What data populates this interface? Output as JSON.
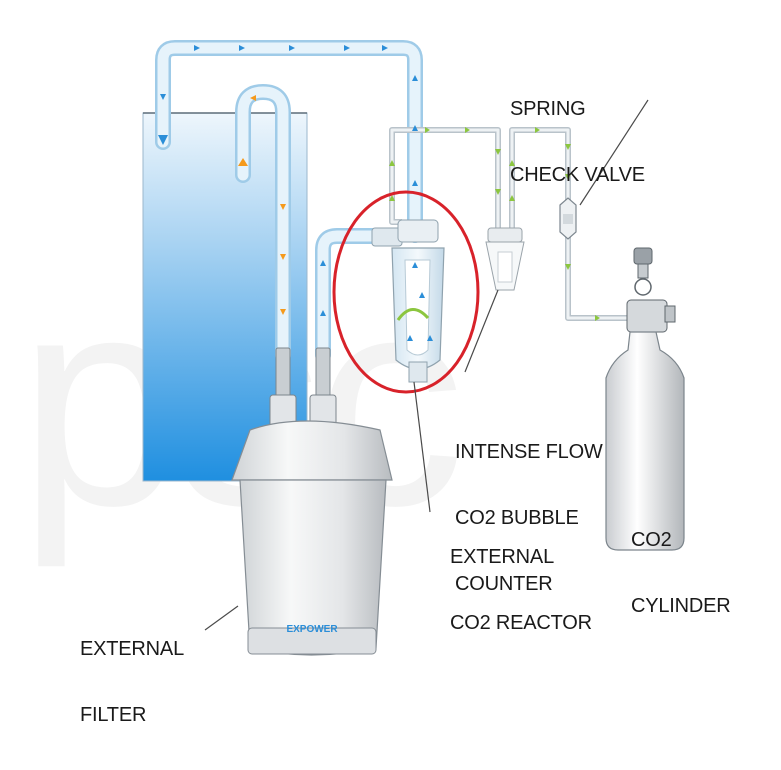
{
  "diagram": {
    "watermark": "psc",
    "labels": {
      "spring_check_valve": [
        "SPRING",
        "CHECK VALVE"
      ],
      "intense_flow_counter": [
        "INTENSE FLOW",
        "CO2 BUBBLE",
        "COUNTER"
      ],
      "external_reactor": [
        "EXTERNAL",
        "CO2 REACTOR"
      ],
      "co2_cylinder": [
        "CO2",
        "CYLINDER"
      ],
      "external_filter": [
        "EXTERNAL",
        "FILTER"
      ]
    },
    "filter_brand": "EXPOWER",
    "colors": {
      "water_top": "#e9f4fc",
      "water_bottom": "#1f8fe0",
      "tube": "#cfe6f5",
      "highlight_circle": "#d8222a",
      "arrow_blue": "#2b8ed8",
      "arrow_orange": "#f59a1c",
      "arrow_green": "#8cc63f"
    }
  }
}
